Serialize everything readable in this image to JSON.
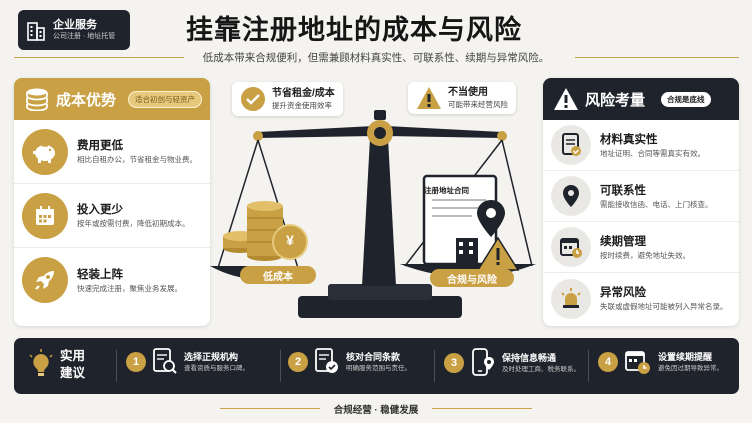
{
  "brand": {
    "title": "企业服务",
    "subtitle": "公司注册 · 地址托管"
  },
  "header": {
    "title": "挂靠注册地址的成本与风险",
    "subtitle": "低成本带来合规便利，但需兼顾材料真实性、可联系性、续期与异常风险。"
  },
  "left_panel": {
    "title": "成本优势",
    "badge": "适合初创与轻资产",
    "items": [
      {
        "icon": "piggy-bank-icon",
        "title": "费用更低",
        "desc": "相比自租办公，节省租金与物业费。"
      },
      {
        "icon": "calendar-icon",
        "title": "投入更少",
        "desc": "按年或按需付费，降低初期成本。"
      },
      {
        "icon": "rocket-icon",
        "title": "轻装上阵",
        "desc": "快速完成注册，聚焦业务发展。"
      }
    ]
  },
  "right_panel": {
    "title": "风险考量",
    "badge": "合规是底线",
    "items": [
      {
        "icon": "document-check-icon",
        "title": "材料真实性",
        "desc": "地址证明、合同等需真实有效。"
      },
      {
        "icon": "location-pin-icon",
        "title": "可联系性",
        "desc": "需能接收信函、电话、上门核查。"
      },
      {
        "icon": "calendar-renew-icon",
        "title": "续期管理",
        "desc": "按时续费，避免地址失效。"
      },
      {
        "icon": "alarm-light-icon",
        "title": "异常风险",
        "desc": "失联或虚假地址可能被列入异常名录。"
      }
    ]
  },
  "scale": {
    "left_callout": {
      "title": "节省租金/成本",
      "desc": "提升资金使用效率"
    },
    "right_callout": {
      "title": "不当使用",
      "desc": "可能带来经营风险"
    },
    "left_pan_label": "低成本",
    "right_pan_label": "合规与风险",
    "document_title": "注册地址合同",
    "coin_symbol": "¥"
  },
  "tips": {
    "label": "实用建议",
    "steps": [
      {
        "num": "1",
        "title": "选择正规机构",
        "desc": "查看资质与服务口碑。"
      },
      {
        "num": "2",
        "title": "核对合同条款",
        "desc": "明确服务范围与责任。"
      },
      {
        "num": "3",
        "title": "保持信息畅通",
        "desc": "及时处理工商、税务联系。"
      },
      {
        "num": "4",
        "title": "设置续期提醒",
        "desc": "避免因过期导致异常。"
      }
    ]
  },
  "footer": {
    "text": "合规经营 · 稳健发展"
  },
  "colors": {
    "gold": "#c9a043",
    "dark": "#1f232b",
    "background": "#f4f3ef"
  }
}
